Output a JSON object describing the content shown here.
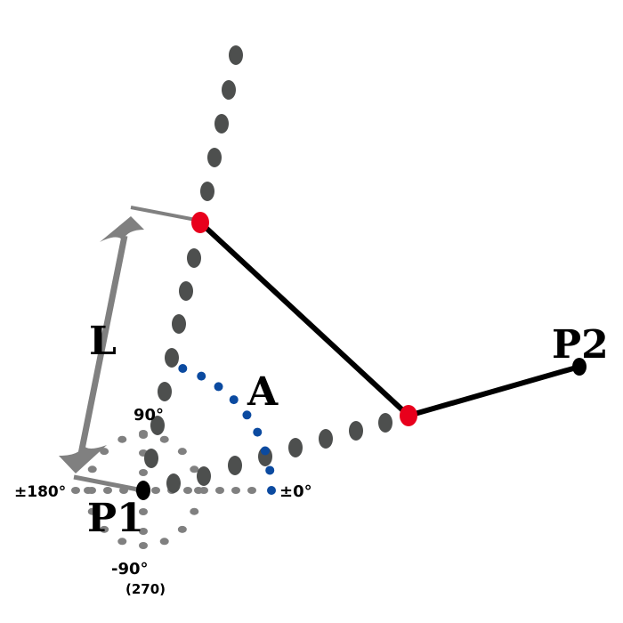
{
  "labels": {
    "length": "L",
    "angle": "A",
    "point1": "P1",
    "point2": "P2",
    "deg_90": "90°",
    "deg_180": "±180°",
    "deg_0": "±0°",
    "deg_minus90": "-90°",
    "deg_270": "(270)"
  },
  "colors": {
    "segment": "#000000",
    "joint": "#e8001c",
    "dots": "#4d4f4e",
    "guide": "#808080",
    "arc": "#0b4aa0"
  }
}
